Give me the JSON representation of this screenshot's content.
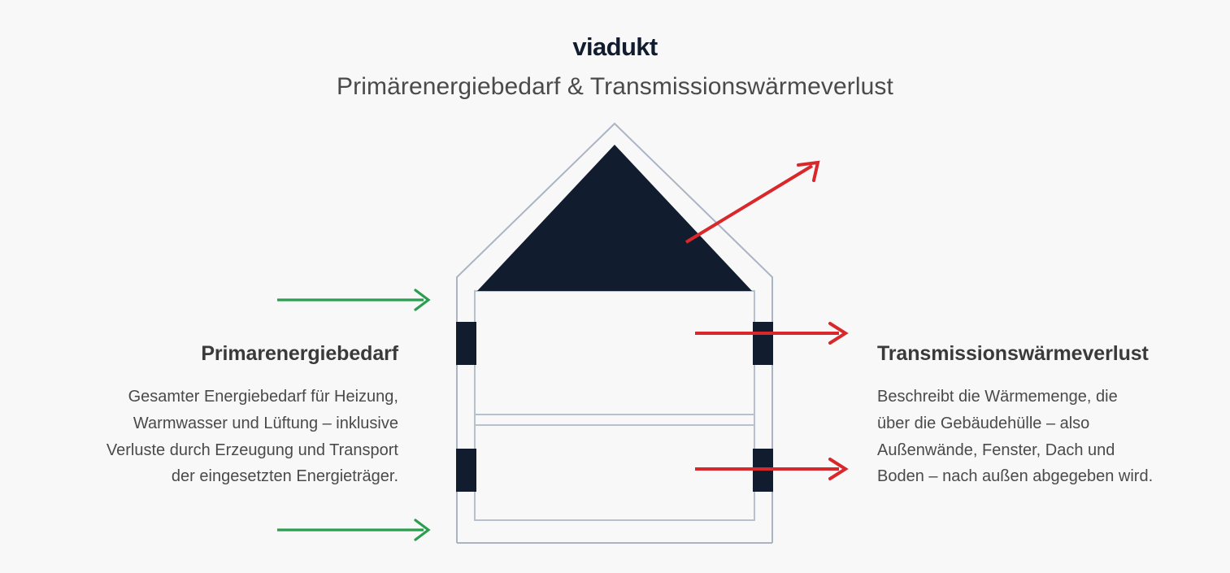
{
  "header": {
    "brand": "viadukt",
    "subtitle": "Primärenergiebedarf & Transmissionswärmeverlust"
  },
  "panels": {
    "left": {
      "heading": "Primarenergiebedarf",
      "body": "Gesamter Energiebedarf für Heizung, Warmwasser und Lüftung – inklusive Verluste durch Erzeugung und Transport der eingesetzten Energieträger.",
      "lines": [
        "Gesamter Energiebedarf für Heizung,",
        "Warmwasser und Lüftung – inklusive",
        "Verluste durch Erzeugung und Transport",
        "der eingesetzten Energieträger."
      ],
      "arrow_color": "#2a9d4f",
      "arrow_direction": "inward"
    },
    "right": {
      "heading": "Transmissionswärmeverlust",
      "body": "Beschreibt die Wärmemenge, die über die Gebäudehülle – also Außenwände, Fenster, Dach und Boden – nach außen abgegeben wird.",
      "lines": [
        "Beschreibt die Wärmemenge, die",
        "über die Gebäudehülle – also",
        "Außenwände, Fenster, Dach und",
        "Boden – nach außen abgegeben wird."
      ],
      "arrow_color": "#d8282c",
      "arrow_direction": "outward"
    }
  },
  "diagram": {
    "label": "house-cross-section",
    "colors": {
      "background": "#f8f8f8",
      "roof_fill": "#111c2e",
      "window_fill": "#111c2e",
      "outline": "#aab4c4",
      "inner_outline": "#b7c1ce",
      "energy_in": "#2a9d4f",
      "heat_loss": "#d8282c"
    },
    "windows": 4,
    "floors": 2,
    "arrows_in": 2,
    "arrows_out": 3
  }
}
